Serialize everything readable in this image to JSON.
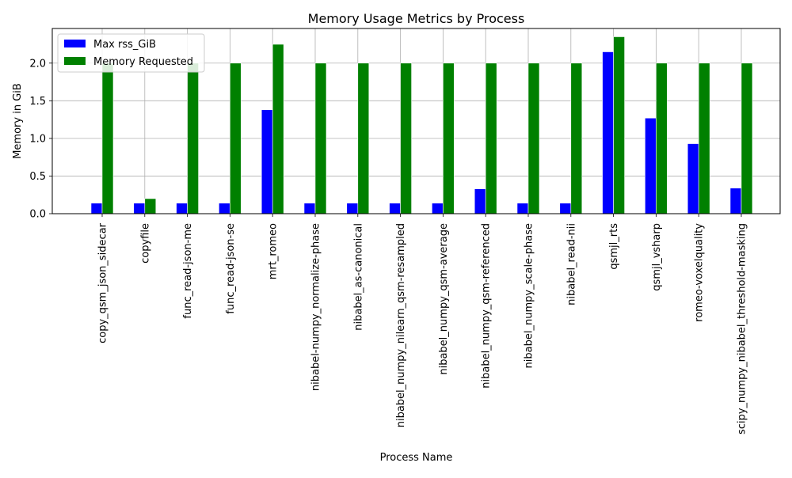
{
  "chart_data": {
    "type": "bar",
    "title": "Memory Usage Metrics by Process",
    "xlabel": "Process Name",
    "ylabel": "Memory in GiB",
    "ylim": [
      0,
      2.46
    ],
    "yticks": [
      0.0,
      0.5,
      1.0,
      1.5,
      2.0
    ],
    "ytick_labels": [
      "0.0",
      "0.5",
      "1.0",
      "1.5",
      "2.0"
    ],
    "grid": true,
    "legend_position": "top-left",
    "categories": [
      "copy_qsm_json_sidecar",
      "copyfile",
      "func_read-json-me",
      "func_read-json-se",
      "mrt_romeo",
      "nibabel-numpy_normalize-phase",
      "nibabel_as-canonical",
      "nibabel_numpy_nilearn_qsm-resampled",
      "nibabel_numpy_qsm-average",
      "nibabel_numpy_qsm-referenced",
      "nibabel_numpy_scale-phase",
      "nibabel_read-nii",
      "qsmjl_rts",
      "qsmjl_vsharp",
      "romeo-voxelquality",
      "scipy_numpy_nibabel_threshold-masking"
    ],
    "series": [
      {
        "name": "Max rss_GiB",
        "color": "#0000ff",
        "values": [
          0.14,
          0.14,
          0.14,
          0.14,
          1.38,
          0.14,
          0.14,
          0.14,
          0.14,
          0.33,
          0.14,
          0.14,
          2.15,
          1.27,
          0.93,
          0.34
        ]
      },
      {
        "name": "Memory Requested",
        "color": "#008000",
        "values": [
          2.0,
          0.2,
          2.0,
          2.0,
          2.25,
          2.0,
          2.0,
          2.0,
          2.0,
          2.0,
          2.0,
          2.0,
          2.35,
          2.0,
          2.0,
          2.0
        ]
      }
    ]
  }
}
